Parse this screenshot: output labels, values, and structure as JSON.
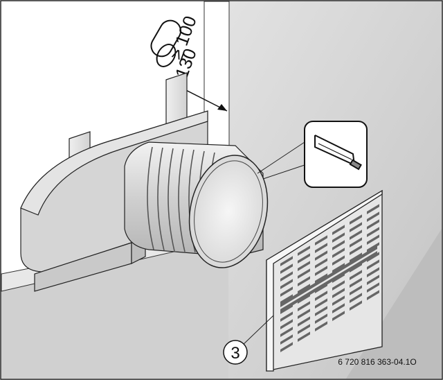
{
  "dimensions": {
    "label_gte_100": "≥ 100",
    "label_gte_130": "≥ 130"
  },
  "callout": {
    "number": "3"
  },
  "figure_code": "6 720 816 363-04.1O",
  "colors": {
    "wall": "#d6d6d6",
    "wall_face": "#c8c8c8",
    "duct": "#cfcfcf",
    "line": "#1a1a1a",
    "white": "#ffffff"
  }
}
